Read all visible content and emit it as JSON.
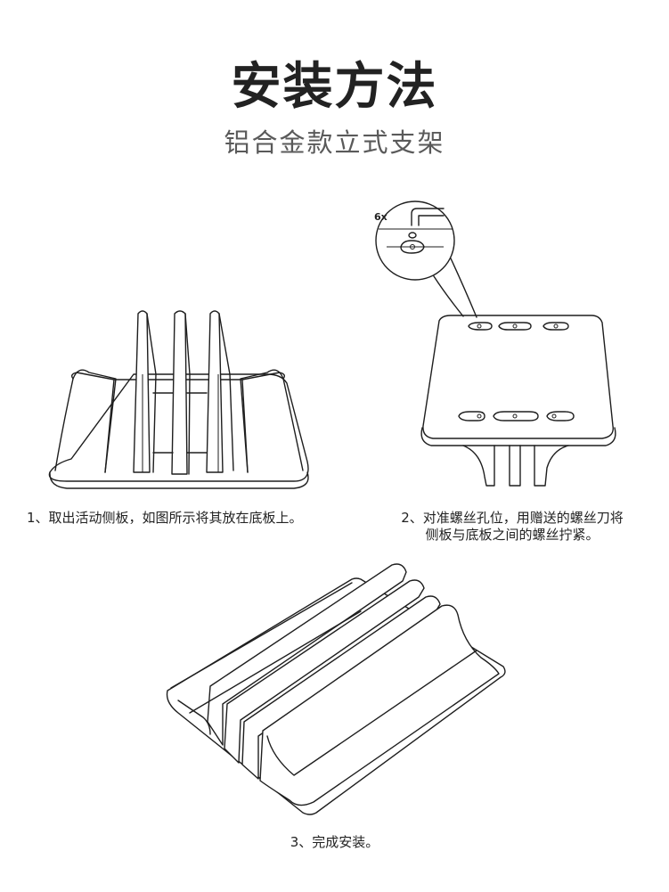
{
  "header": {
    "title": "安装方法",
    "subtitle": "铝合金款立式支架"
  },
  "steps": [
    {
      "caption": "1、取出活动侧板，如图所示将其放在底板上。"
    },
    {
      "caption_line1": "2、对准螺丝孔位，用赠送的螺丝刀将",
      "caption_line2": "侧板与底板之间的螺丝拧紧。"
    },
    {
      "caption": "3、完成安装。"
    }
  ],
  "detail": {
    "screw_count_label": "6x"
  }
}
